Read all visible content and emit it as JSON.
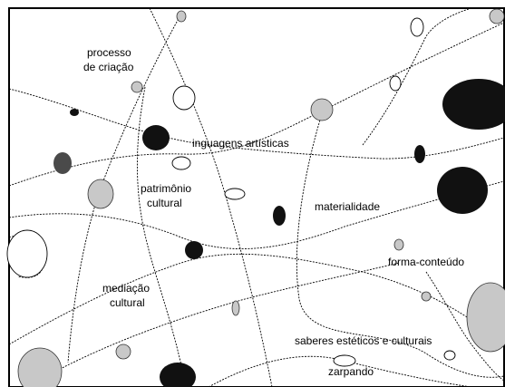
{
  "labels": {
    "processo_line1": "processo",
    "processo_line2": "de criação",
    "linguagens": "inguagens artísticas",
    "patrimonio_line1": "patrimônio",
    "patrimonio_line2": "cultural",
    "materialidade": "materialidade",
    "forma_conteudo": "forma-conteúdo",
    "mediacao_line1": "mediação",
    "mediacao_line2": "cultural",
    "saberes": "saberes estéticos e culturais",
    "zarpando": "zarpando"
  },
  "colors": {
    "ink": "#000000",
    "dark_blob": "#111111",
    "mid_blob": "#4a4a4a",
    "light_blob": "#c8c8c8",
    "background": "#ffffff"
  }
}
